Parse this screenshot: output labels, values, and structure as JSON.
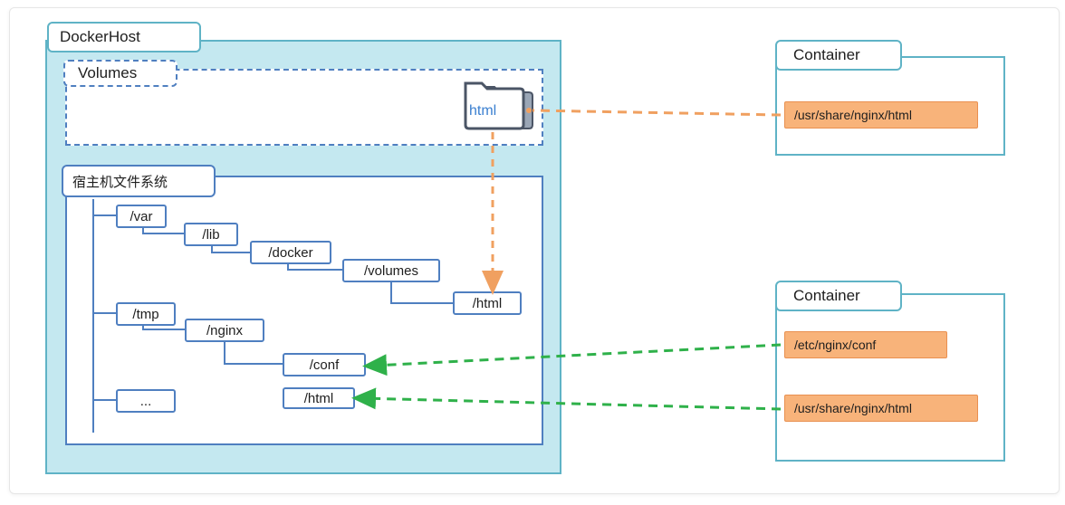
{
  "docker_host": {
    "label": "DockerHost"
  },
  "volumes": {
    "label": "Volumes",
    "folder_label": "html"
  },
  "host_fs": {
    "label": "宿主机文件系统",
    "nodes": {
      "var": "/var",
      "lib": "/lib",
      "docker": "/docker",
      "volumes": "/volumes",
      "html_vol": "/html",
      "tmp": "/tmp",
      "nginx": "/nginx",
      "conf": "/conf",
      "html_tmp": "/html",
      "ellipsis": "..."
    }
  },
  "container_1": {
    "label": "Container",
    "path": "/usr/share/nginx/html"
  },
  "container_2": {
    "label": "Container",
    "paths": [
      "/etc/nginx/conf",
      "/usr/share/nginx/html"
    ]
  },
  "colors": {
    "host_fill": "#c4e8f0",
    "host_border": "#5fb3c6",
    "node_border": "#4f7fc0",
    "orange_arrow": "#f0a060",
    "green_arrow": "#2fb14a",
    "path_fill": "#f8b37a"
  }
}
